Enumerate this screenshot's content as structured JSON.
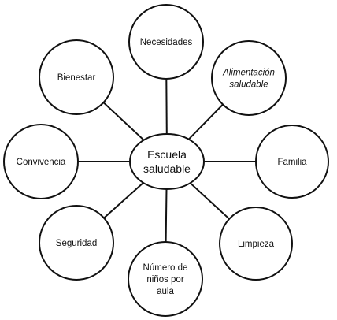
{
  "center": {
    "lines": [
      "Escuela",
      "saludable"
    ]
  },
  "nodes": [
    {
      "id": "necesidades",
      "lines": [
        "Necesidades"
      ],
      "italic": false
    },
    {
      "id": "alimentacion-saludable",
      "lines": [
        "Alimentación",
        "saludable"
      ],
      "italic": true
    },
    {
      "id": "familia",
      "lines": [
        "Familia"
      ],
      "italic": false
    },
    {
      "id": "limpieza",
      "lines": [
        "Limpieza"
      ],
      "italic": false
    },
    {
      "id": "numero-de-ninos-por-aula",
      "lines": [
        "Número de",
        "niños por",
        "aula"
      ],
      "italic": false
    },
    {
      "id": "seguridad",
      "lines": [
        "Seguridad"
      ],
      "italic": false
    },
    {
      "id": "convivencia",
      "lines": [
        "Convivencia"
      ],
      "italic": false
    },
    {
      "id": "bienestar",
      "lines": [
        "Bienestar"
      ],
      "italic": false
    }
  ],
  "colors": {
    "stroke": "#111111",
    "fill": "#ffffff",
    "text": "#111111"
  }
}
